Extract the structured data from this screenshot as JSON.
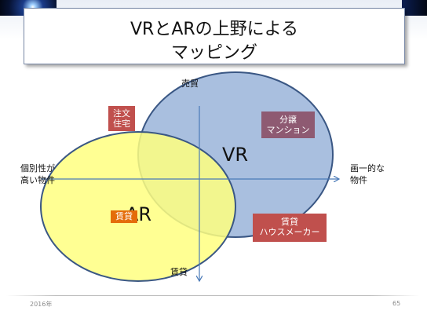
{
  "slide": {
    "title_line1": "VRとARの上野による",
    "title_line2": "マッピング"
  },
  "axes": {
    "top": "売貿",
    "bottom": "賃貸",
    "left_line1": "個別性が",
    "left_line2": "高い物件",
    "right_line1": "画一的な",
    "right_line2": "物件"
  },
  "circles": {
    "vr_label": "VR",
    "ar_label": "AR",
    "ar_color": "#ffff80",
    "vr_color": "#a9bfdf",
    "outline_color": "#3a5784"
  },
  "tags": {
    "chuumon_line1": "注文",
    "chuumon_line2": "住宅",
    "bunjou_line1": "分譲",
    "bunjou_line2": "マンション",
    "chintai_maker_line1": "賃貸",
    "chintai_maker_line2": "ハウスメーカー",
    "chintai_small": "賃貸"
  },
  "footer": {
    "year": "2016年",
    "page": "65"
  }
}
